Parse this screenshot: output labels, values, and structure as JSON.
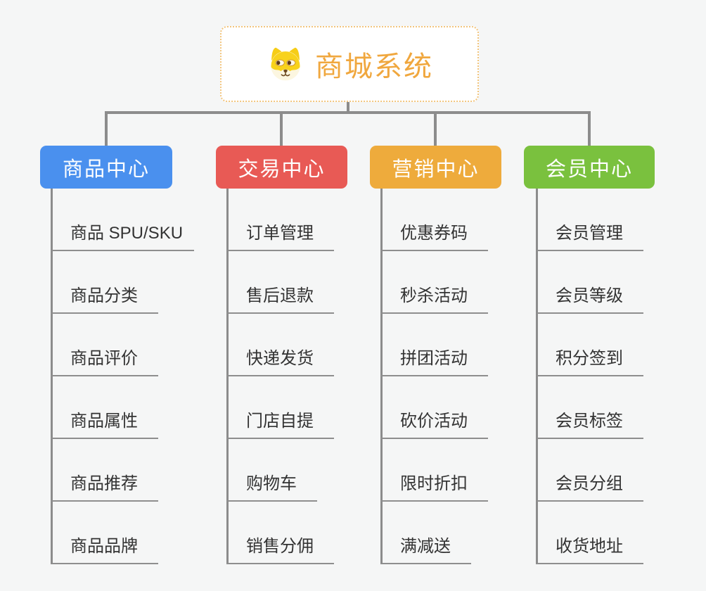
{
  "root": {
    "label": "商城系统",
    "icon": "dog-face-icon"
  },
  "branches": [
    {
      "label": "商品中心",
      "color": "#4A90EE",
      "items": [
        "商品 SPU/SKU",
        "商品分类",
        "商品评价",
        "商品属性",
        "商品推荐",
        "商品品牌"
      ]
    },
    {
      "label": "交易中心",
      "color": "#E85A55",
      "items": [
        "订单管理",
        "售后退款",
        "快递发货",
        "门店自提",
        "购物车",
        "销售分佣"
      ]
    },
    {
      "label": "营销中心",
      "color": "#EEAB3C",
      "items": [
        "优惠券码",
        "秒杀活动",
        "拼团活动",
        "砍价活动",
        "限时折扣",
        "满减送"
      ]
    },
    {
      "label": "会员中心",
      "color": "#7AC13E",
      "items": [
        "会员管理",
        "会员等级",
        "积分签到",
        "会员标签",
        "会员分组",
        "收货地址"
      ]
    }
  ],
  "colors": {
    "background": "#F5F6F6",
    "root_text": "#F0A73E",
    "root_border": "#F2C57D",
    "connector": "#8C8C8C",
    "item_underline": "#8E8E8E",
    "item_text": "#333333"
  }
}
